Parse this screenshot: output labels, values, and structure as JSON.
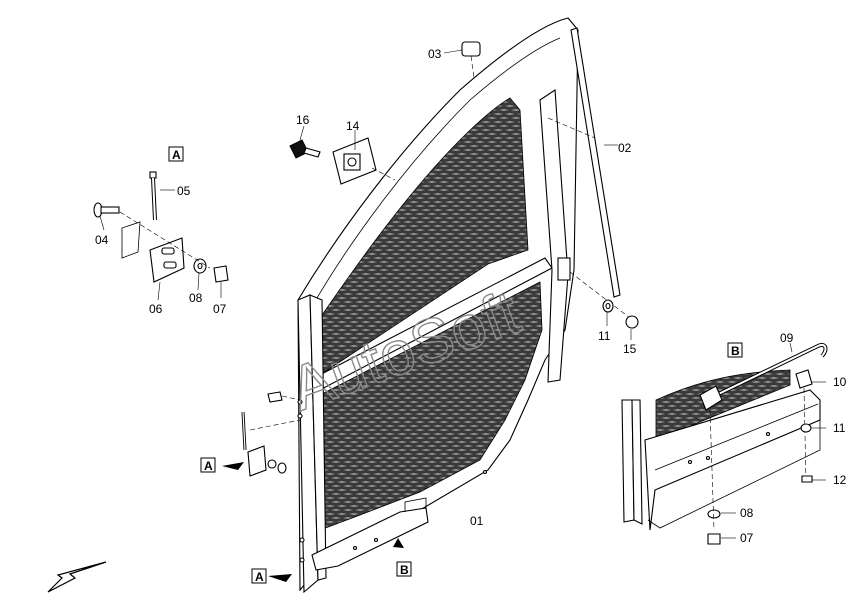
{
  "watermark": "AutoSoft",
  "callouts": {
    "p01": "01",
    "p02": "02",
    "p03": "03",
    "p04": "04",
    "p05": "05",
    "p06": "06",
    "p07": "07",
    "p08": "08",
    "p11": "11",
    "p14": "14",
    "p15": "15",
    "p16": "16",
    "b09": "09",
    "b10": "10",
    "b11": "11",
    "b12": "12",
    "b08": "08",
    "b07": "07"
  },
  "view_marks": {
    "a_detail": "A",
    "a_upper": "A",
    "a_lower": "A",
    "b_detail": "B",
    "b_main": "B"
  },
  "colors": {
    "line": "#000000",
    "mesh": "#2a2a2a",
    "watermark": "#8a8a8a"
  },
  "icons": [
    "key-icon",
    "lock-icon",
    "direction-arrow-icon"
  ]
}
